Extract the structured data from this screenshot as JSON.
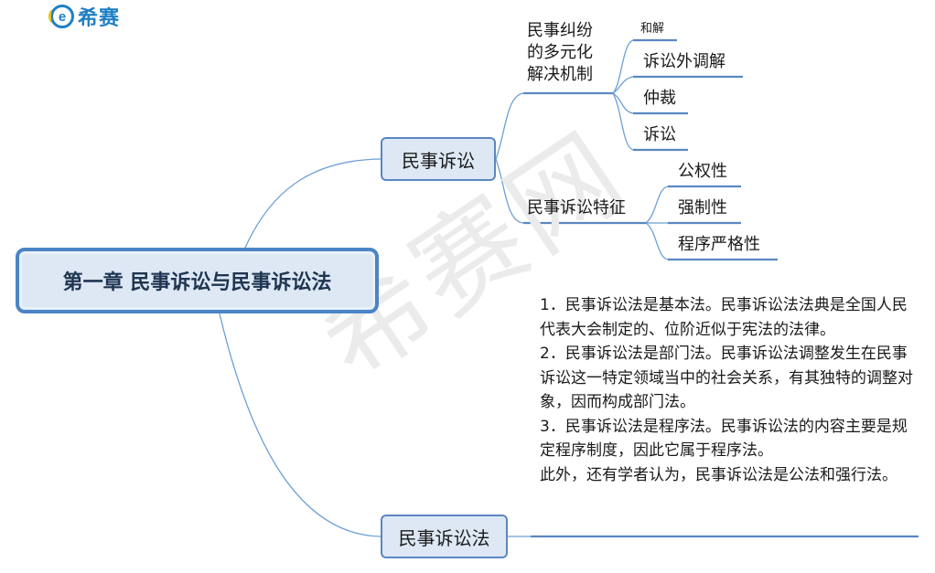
{
  "logo": {
    "mark": "e",
    "text": "希赛"
  },
  "watermark": "希赛网",
  "root": {
    "label": "第一章  民事诉讼与民事诉讼法"
  },
  "branch_litigation": {
    "label": "民事诉讼",
    "mechanism": {
      "label": "民事纠纷的多元化解决机制",
      "items": [
        "和解",
        "诉讼外调解",
        "仲裁",
        "诉讼"
      ]
    },
    "features": {
      "label": "民事诉讼特征",
      "items": [
        "公权性",
        "强制性",
        "程序严格性"
      ]
    }
  },
  "branch_law": {
    "label": "民事诉讼法",
    "description": [
      "1．民事诉讼法是基本法。民事诉讼法法典是全国人民代表大会制定的、位阶近似于宪法的法律。",
      "2．民事诉讼法是部门法。民事诉讼法调整发生在民事诉讼这一特定领域当中的社会关系，有其独特的调整对象，因而构成部门法。",
      "3．民事诉讼法是程序法。民事诉讼法的内容主要是规定程序制度，因此它属于程序法。",
      "此外，还有学者认为，民事诉讼法是公法和强行法。"
    ]
  },
  "colors": {
    "branch_line": "#6d9fd5",
    "underline": "#5b87c1",
    "node_fill": "#dde8f4",
    "node_border": "#5b87c1"
  }
}
